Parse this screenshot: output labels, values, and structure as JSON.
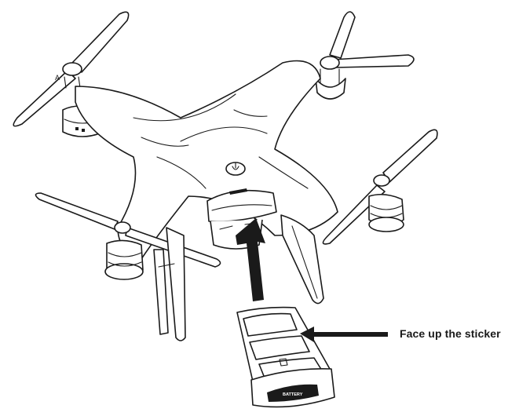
{
  "callout": {
    "text": "Face up the sticker"
  },
  "battery": {
    "label": "BATTERY"
  },
  "colors": {
    "ink": "#1a1a1a",
    "background": "#ffffff"
  },
  "icons": [
    "drone",
    "battery",
    "insert-arrow",
    "pointer-arrow",
    "power-button-icon"
  ]
}
